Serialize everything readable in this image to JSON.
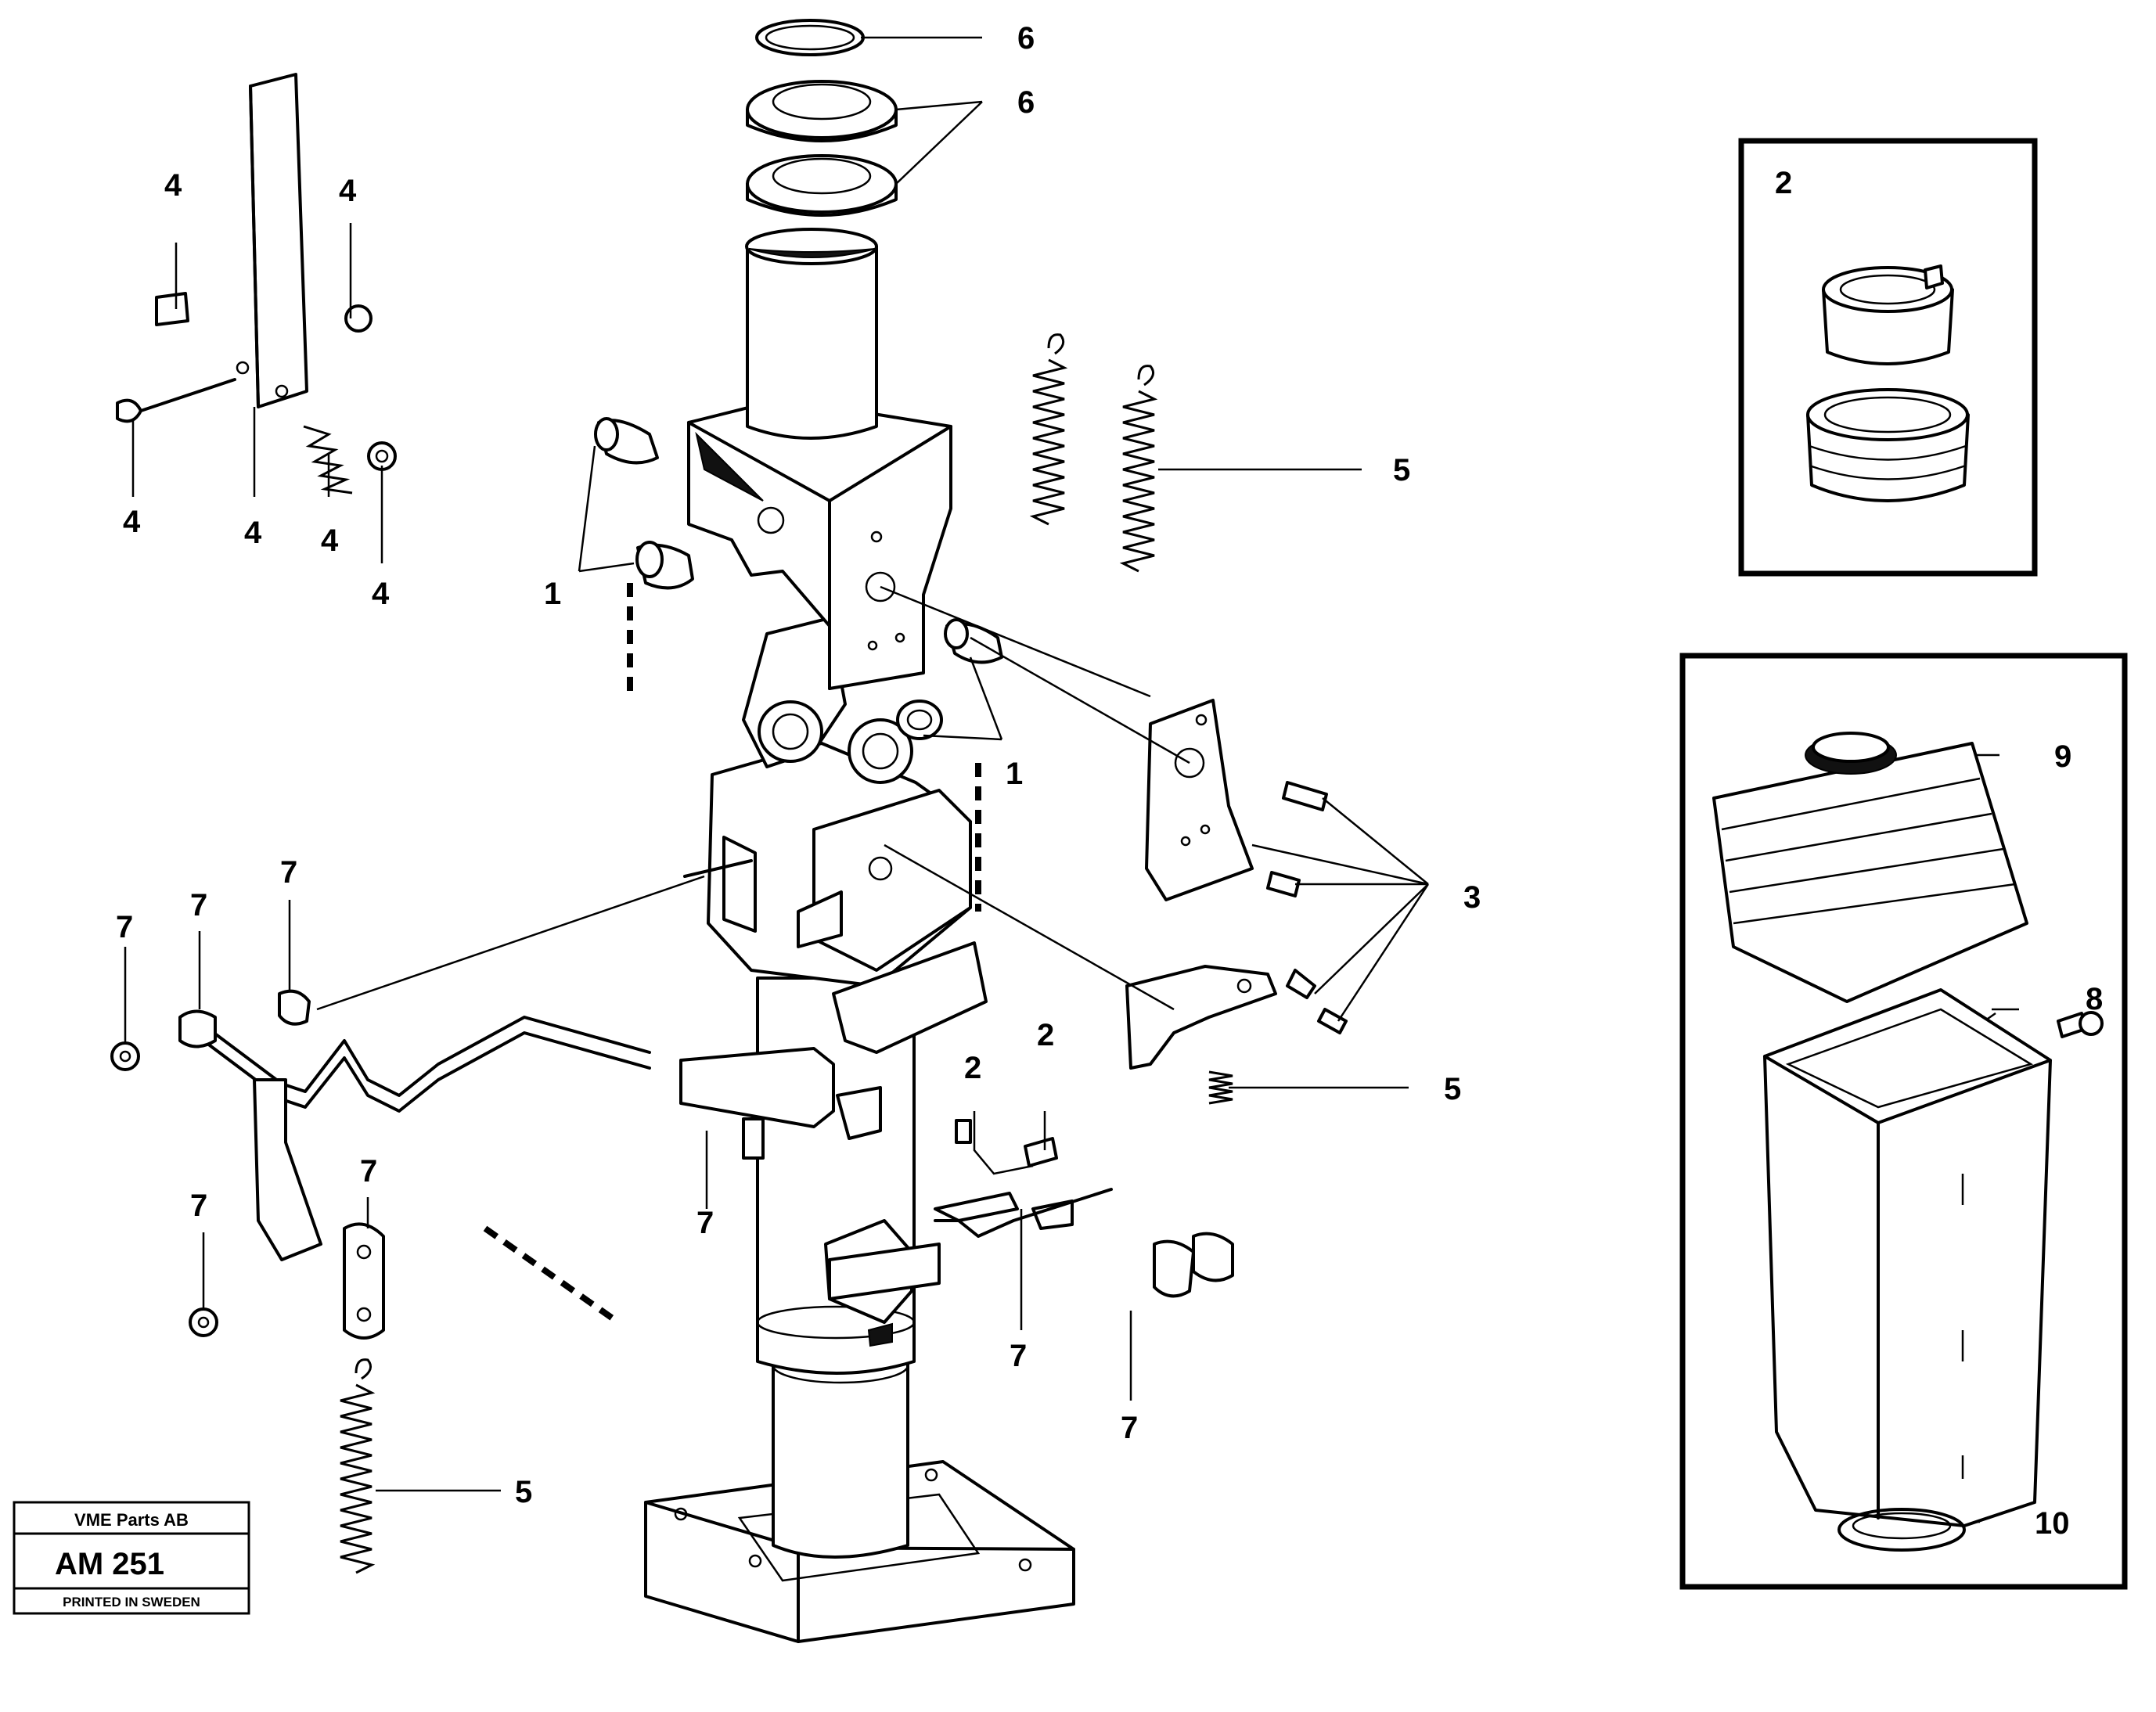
{
  "title_block": {
    "company": "VME Parts AB",
    "drawing_number": "AM 251",
    "printed": "PRINTED IN SWEDEN"
  },
  "callouts": [
    {
      "id": "c6a",
      "label": "6"
    },
    {
      "id": "c6b",
      "label": "6"
    },
    {
      "id": "c4a",
      "label": "4"
    },
    {
      "id": "c4b",
      "label": "4"
    },
    {
      "id": "c4c",
      "label": "4"
    },
    {
      "id": "c4d",
      "label": "4"
    },
    {
      "id": "c4e",
      "label": "4"
    },
    {
      "id": "c4f",
      "label": "4"
    },
    {
      "id": "c1a",
      "label": "1"
    },
    {
      "id": "c1b",
      "label": "1"
    },
    {
      "id": "c5a",
      "label": "5"
    },
    {
      "id": "c5b",
      "label": "5"
    },
    {
      "id": "c5c",
      "label": "5"
    },
    {
      "id": "c3",
      "label": "3"
    },
    {
      "id": "c2a",
      "label": "2"
    },
    {
      "id": "c2b",
      "label": "2"
    },
    {
      "id": "c2box",
      "label": "2"
    },
    {
      "id": "c7a",
      "label": "7"
    },
    {
      "id": "c7b",
      "label": "7"
    },
    {
      "id": "c7c",
      "label": "7"
    },
    {
      "id": "c7d",
      "label": "7"
    },
    {
      "id": "c7e",
      "label": "7"
    },
    {
      "id": "c7f",
      "label": "7"
    },
    {
      "id": "c7g",
      "label": "7"
    },
    {
      "id": "c7h",
      "label": "7"
    },
    {
      "id": "c9",
      "label": "9"
    },
    {
      "id": "c8",
      "label": "8"
    },
    {
      "id": "c10",
      "label": "10"
    }
  ]
}
